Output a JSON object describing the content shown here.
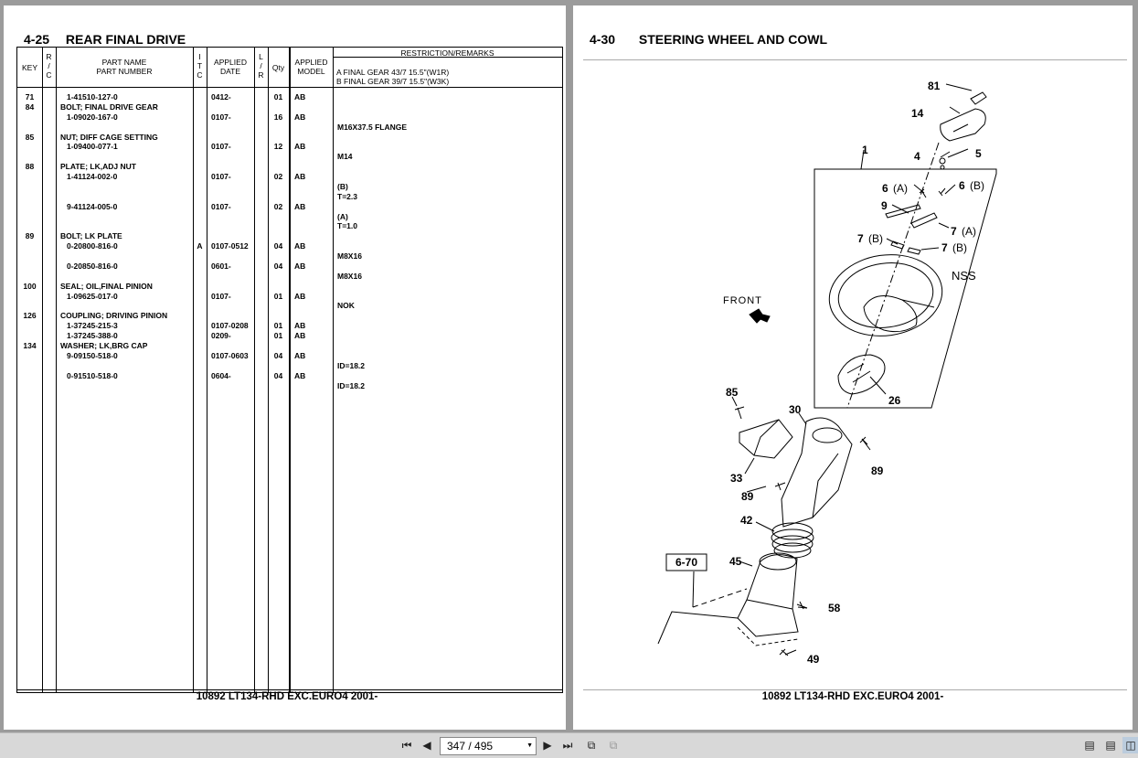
{
  "left_page": {
    "section_number": "4-25",
    "section_title": "REAR FINAL DRIVE",
    "headers": {
      "key": "KEY",
      "rc": [
        "R",
        "/",
        "C"
      ],
      "part_name": "PART NAME",
      "part_number": "PART NUMBER",
      "itc": [
        "I",
        "T",
        "C"
      ],
      "applied_date": [
        "APPLIED",
        "DATE"
      ],
      "lr": [
        "L",
        "/",
        "R"
      ],
      "qty": "Qty",
      "applied_model": [
        "APPLIED",
        "MODEL"
      ],
      "restriction": "RESTRICTION/REMARKS",
      "remarks_lines": [
        "A FINAL GEAR 43/7 15.5\"(W1R)",
        "B FINAL GEAR 39/7 15.5\"(W3K)"
      ]
    },
    "rows": [
      {
        "key": "71",
        "name": "",
        "part_number": "1-41510-127-0",
        "itc": "",
        "date": "0412-",
        "qty": "01",
        "model": "AB",
        "remark": ""
      },
      {
        "key": "84",
        "name": "BOLT; FINAL DRIVE GEAR",
        "part_number": "",
        "itc": "",
        "date": "",
        "qty": "",
        "model": "",
        "remark": ""
      },
      {
        "key": "",
        "name": "",
        "part_number": "1-09020-167-0",
        "itc": "",
        "date": "0107-",
        "qty": "16",
        "model": "AB",
        "remark": ""
      },
      {
        "key": "",
        "name": "",
        "part_number": "",
        "itc": "",
        "date": "",
        "qty": "",
        "model": "",
        "remark": "M16X37.5 FLANGE"
      },
      {
        "key": "85",
        "name": "NUT; DIFF CAGE SETTING",
        "part_number": "",
        "itc": "",
        "date": "",
        "qty": "",
        "model": "",
        "remark": ""
      },
      {
        "key": "",
        "name": "",
        "part_number": "1-09400-077-1",
        "itc": "",
        "date": "0107-",
        "qty": "12",
        "model": "AB",
        "remark": ""
      },
      {
        "key": "",
        "name": "",
        "part_number": "",
        "itc": "",
        "date": "",
        "qty": "",
        "model": "",
        "remark": "M14"
      },
      {
        "key": "88",
        "name": "PLATE; LK,ADJ NUT",
        "part_number": "",
        "itc": "",
        "date": "",
        "qty": "",
        "model": "",
        "remark": ""
      },
      {
        "key": "",
        "name": "",
        "part_number": "1-41124-002-0",
        "itc": "",
        "date": "0107-",
        "qty": "02",
        "model": "AB",
        "remark": ""
      },
      {
        "key": "",
        "name": "",
        "part_number": "",
        "itc": "",
        "date": "",
        "qty": "",
        "model": "",
        "remark": "(B)"
      },
      {
        "key": "",
        "name": "",
        "part_number": "",
        "itc": "",
        "date": "",
        "qty": "",
        "model": "",
        "remark": "T=2.3"
      },
      {
        "key": "",
        "name": "",
        "part_number": "9-41124-005-0",
        "itc": "",
        "date": "0107-",
        "qty": "02",
        "model": "AB",
        "remark": ""
      },
      {
        "key": "",
        "name": "",
        "part_number": "",
        "itc": "",
        "date": "",
        "qty": "",
        "model": "",
        "remark": "(A)"
      },
      {
        "key": "",
        "name": "",
        "part_number": "",
        "itc": "",
        "date": "",
        "qty": "",
        "model": "",
        "remark": "T=1.0"
      },
      {
        "key": "89",
        "name": "BOLT; LK PLATE",
        "part_number": "",
        "itc": "",
        "date": "",
        "qty": "",
        "model": "",
        "remark": ""
      },
      {
        "key": "",
        "name": "",
        "part_number": "0-20800-816-0",
        "itc": "A",
        "date": "0107-0512",
        "qty": "04",
        "model": "AB",
        "remark": ""
      },
      {
        "key": "",
        "name": "",
        "part_number": "",
        "itc": "",
        "date": "",
        "qty": "",
        "model": "",
        "remark": "M8X16"
      },
      {
        "key": "",
        "name": "",
        "part_number": "0-20850-816-0",
        "itc": "",
        "date": "0601-",
        "qty": "04",
        "model": "AB",
        "remark": ""
      },
      {
        "key": "",
        "name": "",
        "part_number": "",
        "itc": "",
        "date": "",
        "qty": "",
        "model": "",
        "remark": "M8X16"
      },
      {
        "key": "100",
        "name": "SEAL; OIL,FINAL PINION",
        "part_number": "",
        "itc": "",
        "date": "",
        "qty": "",
        "model": "",
        "remark": ""
      },
      {
        "key": "",
        "name": "",
        "part_number": "1-09625-017-0",
        "itc": "",
        "date": "0107-",
        "qty": "01",
        "model": "AB",
        "remark": ""
      },
      {
        "key": "",
        "name": "",
        "part_number": "",
        "itc": "",
        "date": "",
        "qty": "",
        "model": "",
        "remark": "NOK"
      },
      {
        "key": "126",
        "name": "COUPLING; DRIVING PINION",
        "part_number": "",
        "itc": "",
        "date": "",
        "qty": "",
        "model": "",
        "remark": ""
      },
      {
        "key": "",
        "name": "",
        "part_number": "1-37245-215-3",
        "itc": "",
        "date": "0107-0208",
        "qty": "01",
        "model": "AB",
        "remark": ""
      },
      {
        "key": "",
        "name": "",
        "part_number": "1-37245-388-0",
        "itc": "",
        "date": "0209-",
        "qty": "01",
        "model": "AB",
        "remark": ""
      },
      {
        "key": "134",
        "name": "WASHER; LK,BRG CAP",
        "part_number": "",
        "itc": "",
        "date": "",
        "qty": "",
        "model": "",
        "remark": ""
      },
      {
        "key": "",
        "name": "",
        "part_number": "9-09150-518-0",
        "itc": "",
        "date": "0107-0603",
        "qty": "04",
        "model": "AB",
        "remark": ""
      },
      {
        "key": "",
        "name": "",
        "part_number": "",
        "itc": "",
        "date": "",
        "qty": "",
        "model": "",
        "remark": "ID=18.2"
      },
      {
        "key": "",
        "name": "",
        "part_number": "0-91510-518-0",
        "itc": "",
        "date": "0604-",
        "qty": "04",
        "model": "AB",
        "remark": ""
      },
      {
        "key": "",
        "name": "",
        "part_number": "",
        "itc": "",
        "date": "",
        "qty": "",
        "model": "",
        "remark": "ID=18.2"
      }
    ],
    "footer": "10892 LT134-RHD EXC.EURO4 2001-"
  },
  "right_page": {
    "section_number": "4-30",
    "section_title": "STEERING WHEEL AND COWL",
    "callouts": {
      "c81": "81",
      "c14": "14",
      "c1": "1",
      "c4": "4",
      "c5": "5",
      "c6a": "6",
      "c6a_sub": "(A)",
      "c6b": "6",
      "c6b_sub": "(B)",
      "c9": "9",
      "c7a": "7",
      "c7a_sub": "(A)",
      "c7b1": "7",
      "c7b1_sub": "(B)",
      "c7b2": "7",
      "c7b2_sub": "(B)",
      "nss": "NSS",
      "front": "FRONT",
      "c85": "85",
      "c26": "26",
      "c30": "30",
      "c89a": "89",
      "c33": "33",
      "c89b": "89",
      "c42": "42",
      "ref670": "6-70",
      "c45": "45",
      "c58": "58",
      "c49": "49"
    },
    "footer": "10892 LT134-RHD EXC.EURO4 2001-"
  },
  "toolbar": {
    "page_indicator": "347 / 495",
    "icons": [
      "first-page-icon",
      "prev-page-icon",
      "next-page-icon",
      "last-page-icon",
      "fit-page-icon",
      "fit-width-icon",
      "single-page-icon",
      "continuous-icon",
      "two-page-icon"
    ]
  }
}
